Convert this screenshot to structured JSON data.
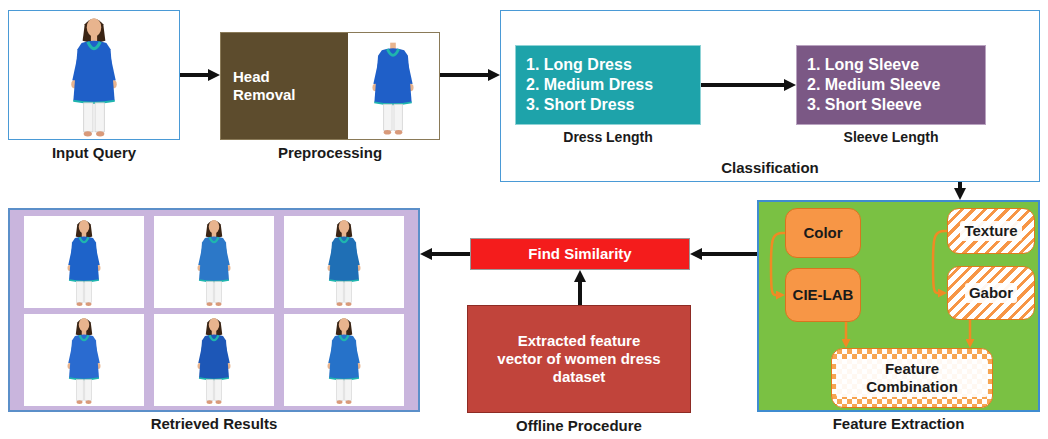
{
  "diagram": {
    "nodes": [
      {
        "text": [
          "Input Query"
        ]
      },
      {
        "text": [
          "Head Removal",
          "Preprocessing"
        ]
      },
      {
        "text": [
          "Classification"
        ]
      },
      {
        "text": [
          "1. Long Dress",
          "2. Medium Dress",
          "3. Short Dress",
          "Dress Length"
        ],
        "in": 2
      },
      {
        "text": [
          "1. Long Sleeve",
          "2. Medium Sleeve",
          "3. Short Sleeve",
          "Sleeve Length"
        ],
        "in": 2
      },
      {
        "text": [
          "Retrieved Results"
        ]
      },
      {
        "text": [
          "Find Similarity"
        ]
      },
      {
        "text": [
          "Extracted feature vector of women dress dataset",
          "Offline Procedure"
        ]
      },
      {
        "text": [
          "Feature Extraction"
        ]
      },
      {
        "text": [
          "Color"
        ],
        "in": 8
      },
      {
        "text": [
          "Texture"
        ],
        "in": 8
      },
      {
        "text": [
          "CIE-LAB"
        ],
        "in": 8
      },
      {
        "text": [
          "Gabor"
        ],
        "in": 8
      },
      {
        "text": [
          "Feature Combination"
        ],
        "in": 8
      }
    ],
    "edges": [
      {
        "from": 0,
        "to": 1,
        "arrow": "to"
      },
      {
        "from": 1,
        "to": 2,
        "arrow": "to"
      },
      {
        "from": 3,
        "to": 4,
        "arrow": "to"
      },
      {
        "from": 2,
        "to": 8,
        "arrow": "to"
      },
      {
        "from": 9,
        "to": 11,
        "arrow": "to"
      },
      {
        "from": 10,
        "to": 12,
        "arrow": "to"
      },
      {
        "from": 11,
        "to": 13,
        "arrow": "to"
      },
      {
        "from": 12,
        "to": 13,
        "arrow": "to"
      },
      {
        "from": 8,
        "to": 6,
        "arrow": "to"
      },
      {
        "from": 7,
        "to": 6,
        "arrow": "to"
      },
      {
        "from": 6,
        "to": 5,
        "arrow": "to"
      }
    ]
  }
}
